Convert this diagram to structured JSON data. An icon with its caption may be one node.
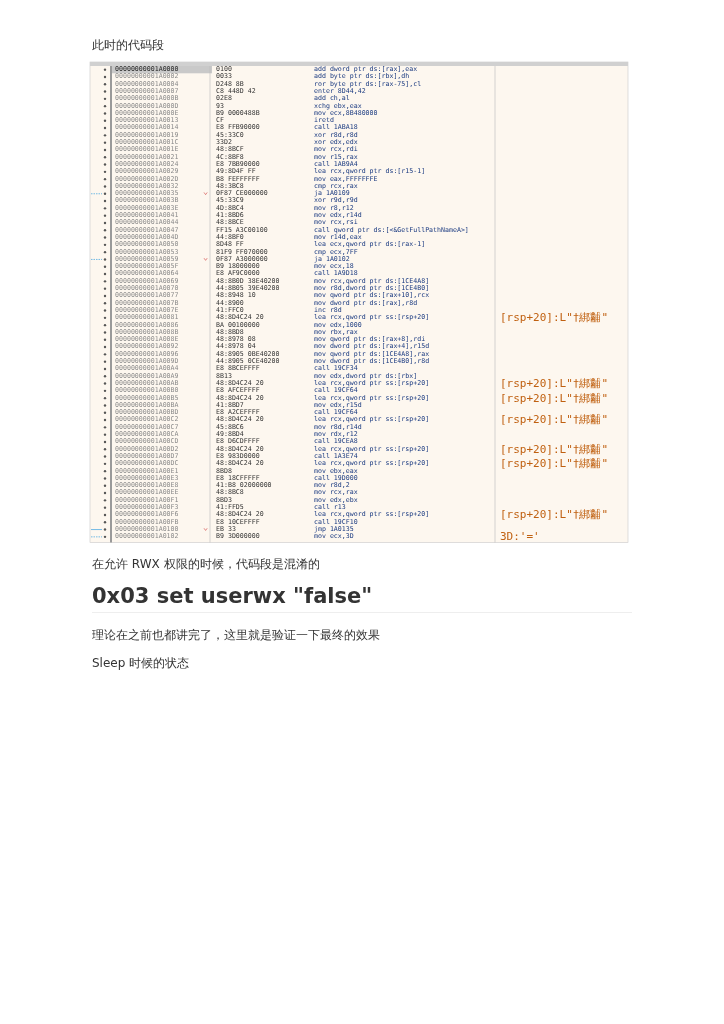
{
  "diagram": {
    "labels": [
      "此时的代码段",
      "00000000001A0000",
      "0100",
      "add dword ptr ds:[rax],eax",
      "00000000001A0002",
      "0033",
      "add byte ptr ds:[rbx],dh",
      "00000000001A0004",
      "D248 8B",
      "ror byte ptr ds:[rax-75],cl",
      "00000000001A0007",
      "C8 448D 42",
      "enter 8D44,42",
      "00000000001A000B",
      "02E8",
      "add ch,al",
      "00000000001A000D",
      "93",
      "xchg ebx,eax",
      "00000000001A000E",
      "B9 0000488B",
      "mov ecx,8B480000",
      "00000000001A0013",
      "CF",
      "iretd",
      "00000000001A0014",
      "E8 FFB90000",
      "call 1ABA18",
      "00000000001A0019",
      "45:33C0",
      "xor r8d,r8d",
      "00000000001A001C",
      "33D2",
      "xor edx,edx",
      "00000000001A001E",
      "48:8BCF",
      "mov rcx,rdi",
      "00000000001A0021",
      "4C:8BF8",
      "mov r15,rax",
      "00000000001A0024",
      "E8 7BB90000",
      "call 1AB9A4",
      "00000000001A0029",
      "49:8D4F FF",
      "lea rcx,qword ptr ds:[r15-1]",
      "00000000001A002D",
      "B8 FEFFFFFF",
      "mov eax,FFFFFFFE",
      "00000000001A0032",
      "48:3BC8",
      "cmp rcx,rax",
      "00000000001A0035",
      "0F87 CE000000",
      "ja 1A0109",
      "00000000001A003B",
      "45:33C9",
      "xor r9d,r9d",
      "00000000001A003E",
      "4D:8BC4",
      "mov r8,r12",
      "00000000001A0041",
      "41:8BD6",
      "mov edx,r14d",
      "00000000001A0044",
      "48:8BCE",
      "mov rcx,rsi",
      "00000000001A0047",
      "FF15 A3C00100",
      "call qword ptr ds:[<&GetFullPathNameA>]",
      "00000000001A004D",
      "44:8BF0",
      "mov r14d,eax",
      "00000000001A0050",
      "8D48 FF",
      "lea ecx,qword ptr ds:[rax-1]",
      "00000000001A0053",
      "81F9 FF070000",
      "cmp ecx,7FF",
      "00000000001A0059",
      "0F87 A3000000",
      "ja 1A0102",
      "00000000001A005F",
      "B9 18000000",
      "mov ecx,18",
      "00000000001A0064",
      "E8 AF9C0000",
      "call 1A9D18",
      "00000000001A0069",
      "48:8B0D 38E40200",
      "mov rcx,qword ptr ds:[1CE4A8]",
      "00000000001A0070",
      "44:8B05 39E40200",
      "mov r8d,dword ptr ds:[1CE4B0]",
      "00000000001A0077",
      "48:8948 10",
      "mov qword ptr ds:[rax+10],rcx",
      "00000000001A007B",
      "44:8900",
      "mov dword ptr ds:[rax],r8d",
      "00000000001A007E",
      "41:FFC0",
      "inc r8d",
      "00000000001A0081",
      "48:8D4C24 20",
      "lea rcx,qword ptr ss:[rsp+20]",
      "[rsp+20]:L\"†綁黼\"",
      "00000000001A0086",
      "BA 00100000",
      "mov edx,1000",
      "00000000001A008B",
      "48:8BD8",
      "mov rbx,rax",
      "00000000001A008E",
      "48:8978 08",
      "mov qword ptr ds:[rax+8],rdi",
      "00000000001A0092",
      "44:8978 04",
      "mov dword ptr ds:[rax+4],r15d",
      "00000000001A0096",
      "48:8905 0BE40200",
      "mov qword ptr ds:[1CE4A8],rax",
      "00000000001A009D",
      "44:8905 0CE40200",
      "mov dword ptr ds:[1CE4B0],r8d",
      "00000000001A00A4",
      "E8 8BCEFFFF",
      "call 19CF34",
      "00000000001A00A9",
      "8B13",
      "mov edx,dword ptr ds:[rbx]",
      "00000000001A00AB",
      "48:8D4C24 20",
      "lea rcx,qword ptr ss:[rsp+20]",
      "[rsp+20]:L\"†綁黼\"",
      "00000000001A00B0",
      "E8 AFCEFFFF",
      "call 19CF64",
      "00000000001A00B5",
      "48:8D4C24 20",
      "lea rcx,qword ptr ss:[rsp+20]",
      "[rsp+20]:L\"†綁黼\"",
      "00000000001A00BA",
      "41:8BD7",
      "mov edx,r15d",
      "00000000001A00BD",
      "E8 A2CEFFFF",
      "call 19CF64",
      "00000000001A00C2",
      "48:8D4C24 20",
      "lea rcx,qword ptr ss:[rsp+20]",
      "[rsp+20]:L\"†綁黼\"",
      "00000000001A00C7",
      "45:8BC6",
      "mov r8d,r14d",
      "00000000001A00CA",
      "49:8BD4",
      "mov rdx,r12",
      "00000000001A00CD",
      "E8 D6CDFFFF",
      "call 19CEA8",
      "00000000001A00D2",
      "48:8D4C24 20",
      "lea rcx,qword ptr ss:[rsp+20]",
      "[rsp+20]:L\"†綁黼\"",
      "00000000001A00D7",
      "E8 983D0000",
      "call 1A3E74",
      "00000000001A00DC",
      "48:8D4C24 20",
      "lea rcx,qword ptr ss:[rsp+20]",
      "[rsp+20]:L\"†綁黼\"",
      "00000000001A00E1",
      "8BD8",
      "mov ebx,eax",
      "00000000001A00E3",
      "E8 18CFFFFF",
      "call 19D000",
      "00000000001A00E8",
      "41:B8 02000000",
      "mov r8d,2",
      "00000000001A00EE",
      "48:8BC8",
      "mov rcx,rax",
      "00000000001A00F1",
      "8BD3",
      "mov edx,ebx",
      "00000000001A00F3",
      "41:FFD5",
      "call r13",
      "00000000001A00F6",
      "48:8D4C24 20",
      "lea rcx,qword ptr ss:[rsp+20]",
      "[rsp+20]:L\"†綁黼\"",
      "00000000001A00FB",
      "E8 10CEFFFF",
      "call 19CF10",
      "00000000001A0100",
      "EB 33",
      "jmp 1A0135",
      "00000000001A0102",
      "B9 3D000000",
      "mov ecx,3D",
      "3D:'='",
      "在允许 RWX 权限的时候，代码段是混淆的",
      "0x03 set userwx \"false\"",
      "理论在之前也都讲完了，这里就是验证一下最终的效果",
      "Sleep 时候的状态"
    ]
  }
}
